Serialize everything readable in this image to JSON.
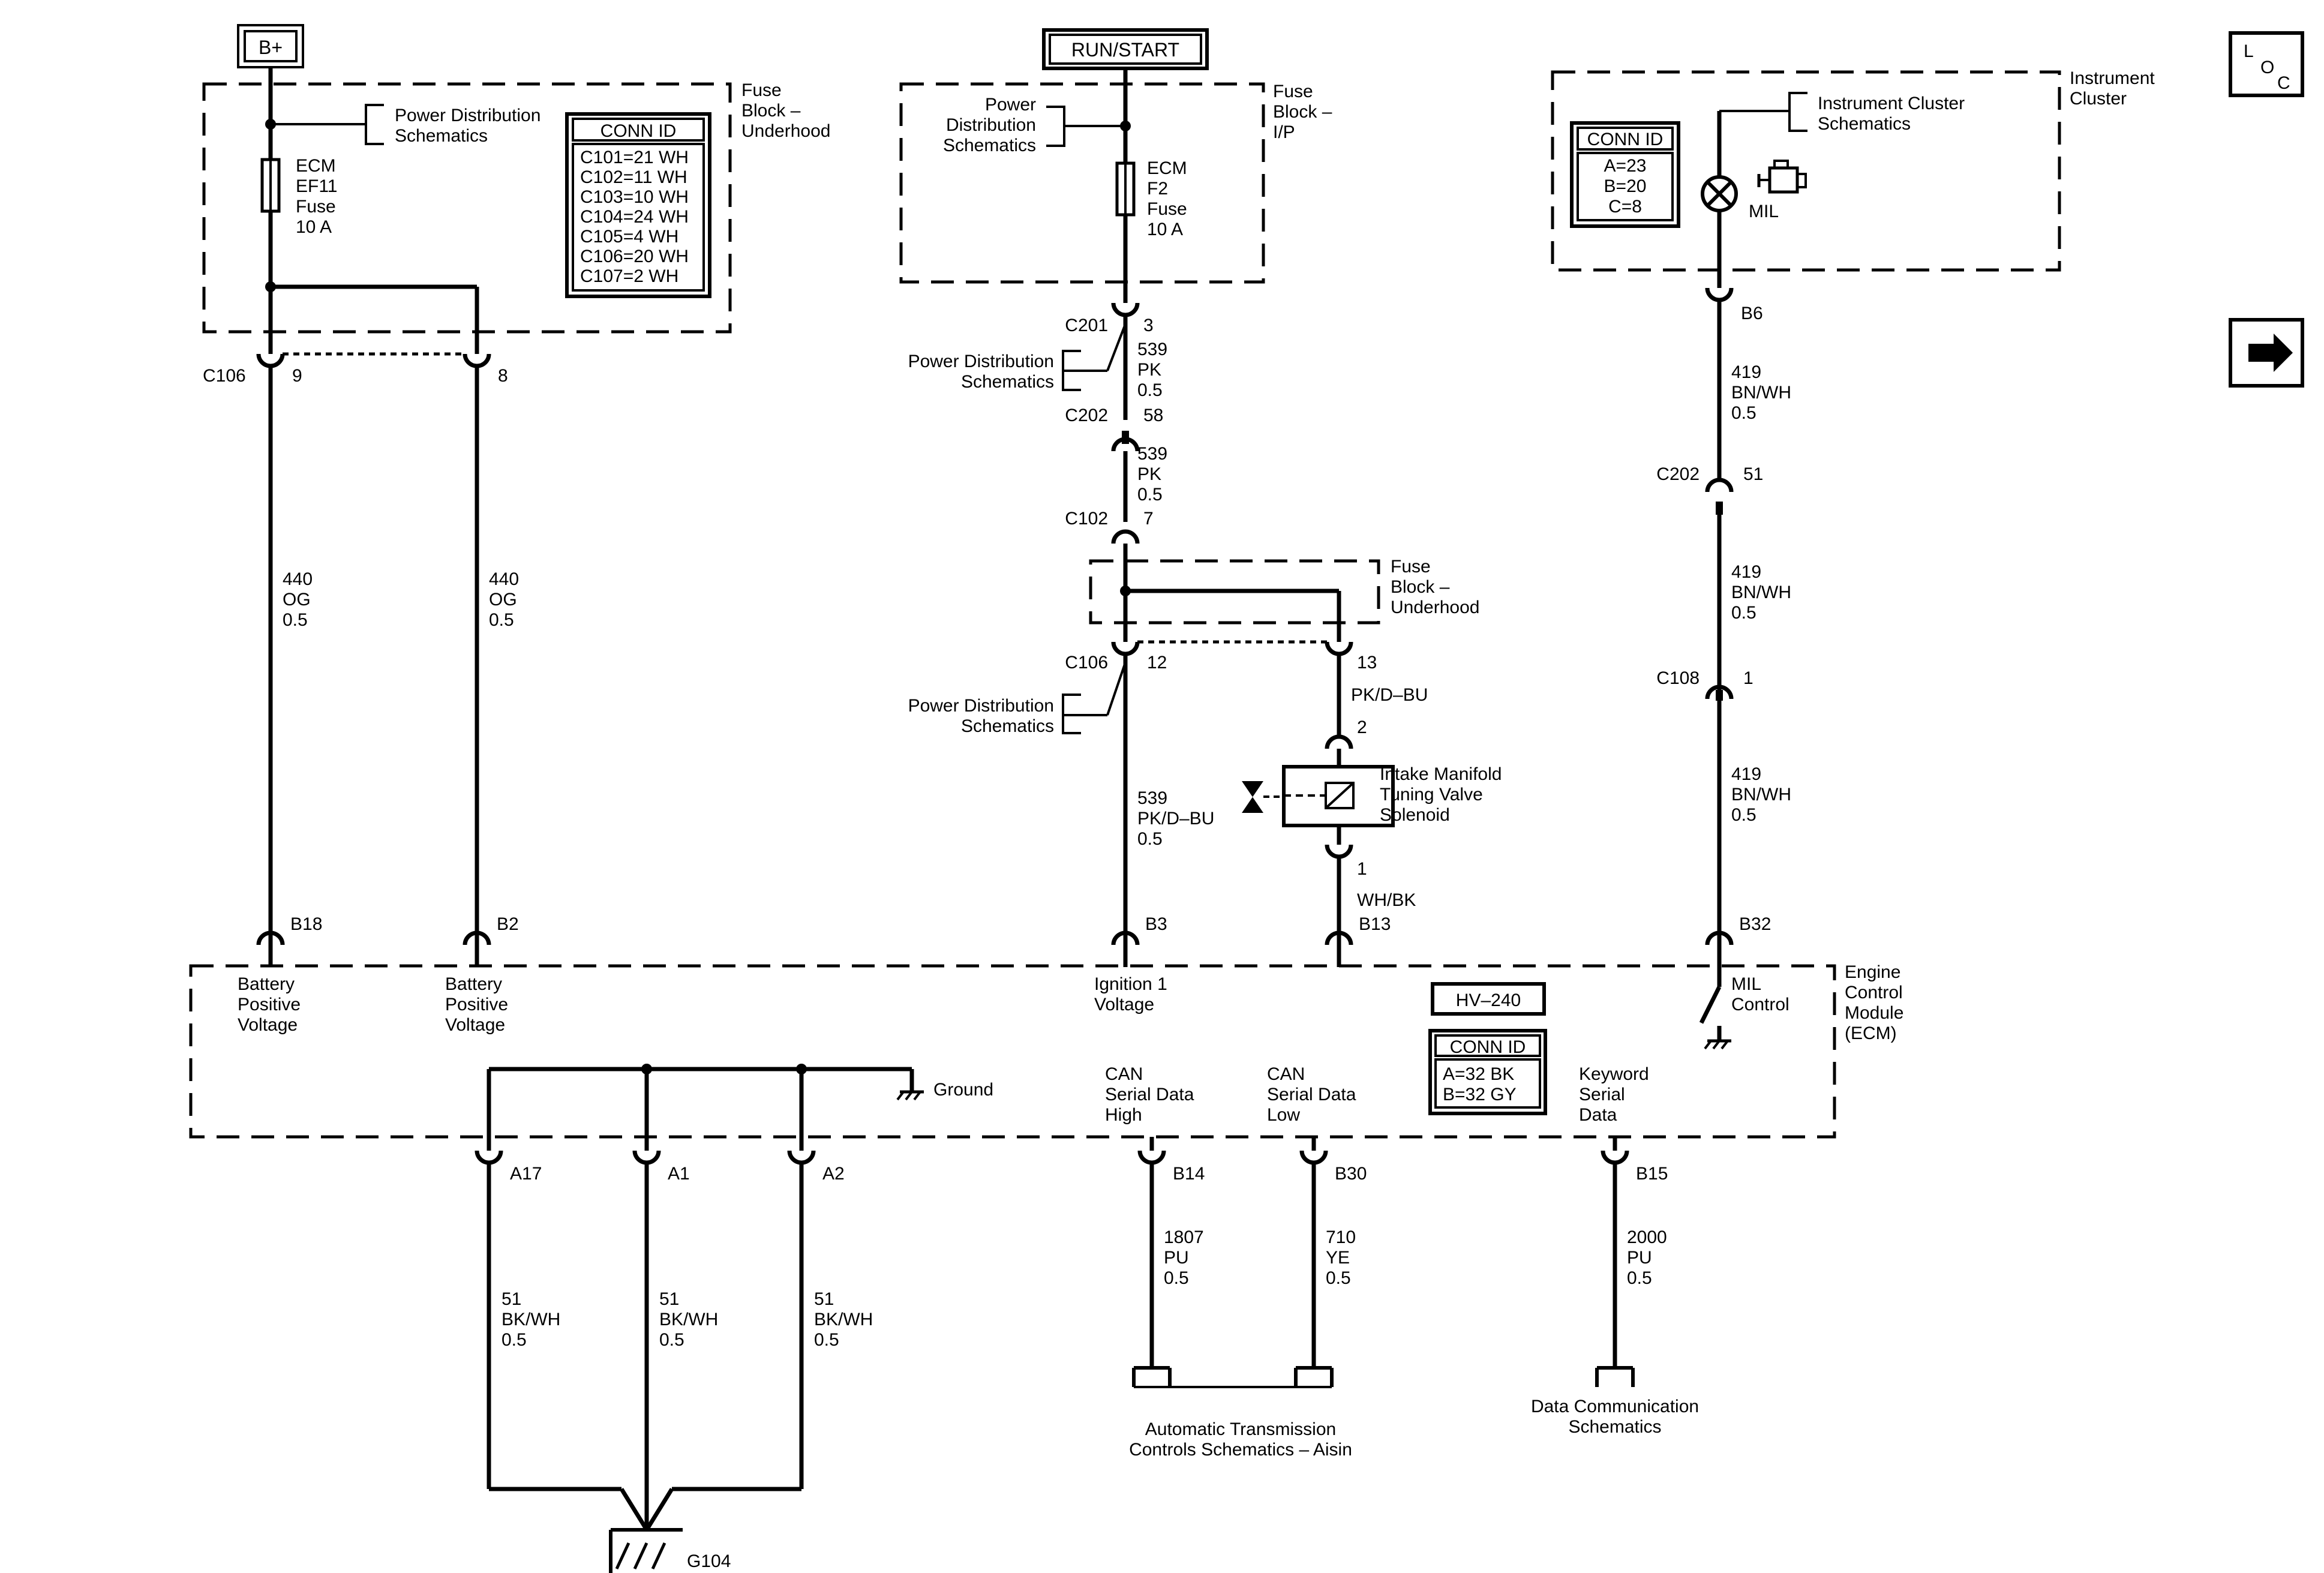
{
  "power_sources": {
    "b_plus": "B+",
    "run_start": "RUN/START"
  },
  "fuse_block_underhood": {
    "title": [
      "Fuse",
      "Block –",
      "Underhood"
    ],
    "power_dist": [
      "Power Distribution",
      "Schematics"
    ],
    "fuse": [
      "ECM",
      "EF11",
      "Fuse",
      "10 A"
    ],
    "conn_id_title": "CONN ID",
    "conn_ids": [
      "C101=21 WH",
      "C102=11 WH",
      "C103=10 WH",
      "C104=24 WH",
      "C105=4 WH",
      "C106=20 WH",
      "C107=2 WH"
    ]
  },
  "fuse_block_ip": {
    "title": [
      "Fuse",
      "Block –",
      "I/P"
    ],
    "power_dist": [
      "Power",
      "Distribution",
      "Schematics"
    ],
    "fuse": [
      "ECM",
      "F2",
      "Fuse",
      "10 A"
    ]
  },
  "instrument_cluster": {
    "title": [
      "Instrument",
      "Cluster"
    ],
    "schematics": [
      "Instrument Cluster",
      "Schematics"
    ],
    "conn_id_title": "CONN ID",
    "conn_ids": [
      "A=23",
      "B=20",
      "C=8"
    ],
    "mil": "MIL"
  },
  "left_circuit": {
    "connector": "C106",
    "pin_a": "9",
    "pin_b": "8",
    "wire_a": [
      "440",
      "OG",
      "0.5"
    ],
    "wire_b": [
      "440",
      "OG",
      "0.5"
    ]
  },
  "ignition_circuit": {
    "c201": "C201",
    "c201_pin": "3",
    "power_dist_1": [
      "Power Distribution",
      "Schematics"
    ],
    "wire_1": [
      "539",
      "PK",
      "0.5"
    ],
    "c202": "C202",
    "c202_pin": "58",
    "wire_2": [
      "539",
      "PK",
      "0.5"
    ],
    "c102": "C102",
    "c102_pin": "7",
    "fuse_block2_title": [
      "Fuse",
      "Block –",
      "Underhood"
    ],
    "c106": "C106",
    "c106_pin_a": "12",
    "c106_pin_b": "13",
    "power_dist_2": [
      "Power Distribution",
      "Schematics"
    ],
    "wire_3": [
      "539",
      "PK/D–BU",
      "0.5"
    ],
    "wire_4": "PK/D–BU",
    "sol_pin_2": "2",
    "solenoid": [
      "Intake Manifold",
      "Tuning Valve",
      "Solenoid"
    ],
    "sol_pin_1": "1",
    "wire_5": "WH/BK"
  },
  "mil_circuit": {
    "b6": "B6",
    "wire_1": [
      "419",
      "BN/WH",
      "0.5"
    ],
    "c202": "C202",
    "c202_pin": "51",
    "wire_2": [
      "419",
      "BN/WH",
      "0.5"
    ],
    "c108": "C108",
    "c108_pin": "1",
    "wire_3": [
      "419",
      "BN/WH",
      "0.5"
    ]
  },
  "ecm": {
    "title": [
      "Engine",
      "Control",
      "Module",
      "(ECM)"
    ],
    "pins_top": [
      "B18",
      "B2",
      "B3",
      "B13",
      "B32"
    ],
    "batt_1": [
      "Battery",
      "Positive",
      "Voltage"
    ],
    "batt_2": [
      "Battery",
      "Positive",
      "Voltage"
    ],
    "ign": [
      "Ignition 1",
      "Voltage"
    ],
    "mil_ctrl": [
      "MIL",
      "Control"
    ],
    "hv": "HV–240",
    "conn_id_title": "CONN ID",
    "conn_ids": [
      "A=32 BK",
      "B=32 GY"
    ],
    "ground": "Ground",
    "can_high": [
      "CAN",
      "Serial Data",
      "High"
    ],
    "can_low": [
      "CAN",
      "Serial Data",
      "Low"
    ],
    "keyword": [
      "Keyword",
      "Serial",
      "Data"
    ],
    "pins_bottom": [
      "A17",
      "A1",
      "A2",
      "B14",
      "B30",
      "B15"
    ]
  },
  "bottom": {
    "wire_a17": [
      "51",
      "BK/WH",
      "0.5"
    ],
    "wire_a1": [
      "51",
      "BK/WH",
      "0.5"
    ],
    "wire_a2": [
      "51",
      "BK/WH",
      "0.5"
    ],
    "wire_b14": [
      "1807",
      "PU",
      "0.5"
    ],
    "wire_b30": [
      "710",
      "YE",
      "0.5"
    ],
    "wire_b15": [
      "2000",
      "PU",
      "0.5"
    ],
    "trans": [
      "Automatic Transmission",
      "Controls Schematics – Aisin"
    ],
    "data_comm": [
      "Data Communication",
      "Schematics"
    ],
    "ground_id": "G104"
  },
  "side_icons": {
    "loc": [
      "L",
      "O",
      "C"
    ],
    "arrow": "next-arrow-icon"
  }
}
